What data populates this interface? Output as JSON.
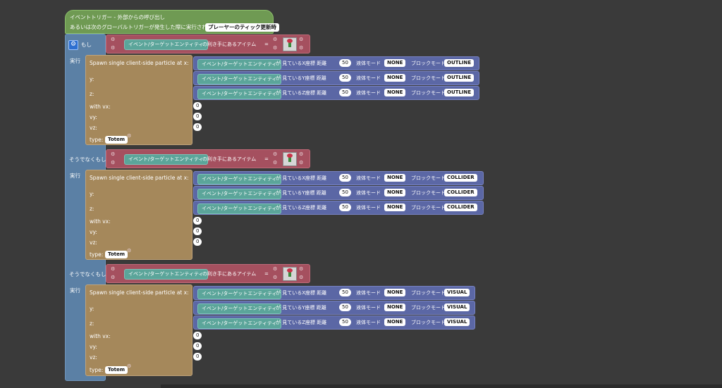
{
  "event": {
    "line1": "イベントトリガー - 外部からの呼び出し",
    "line2": "あるいは次のグローバルトリガーが発生した際に実行される:",
    "trigger_value": "プレーヤーのティック更新時"
  },
  "if_label": "もし",
  "else_if_label": "そうでなくもし",
  "do_label": "実行",
  "condition": {
    "entity_label": "イベント/ターゲットエンティティ",
    "text": "の利き手にあるアイテム",
    "op": "="
  },
  "particle": {
    "title": "Spawn single client-side particle at x:",
    "y": "y:",
    "z": "z:",
    "vx": "with vx:",
    "vy": "vy:",
    "vz": "vz:",
    "type_label": "type:",
    "type_value": "Totem",
    "zero": "0"
  },
  "raytrace": {
    "entity_label": "イベント/ターゲットエンティティ",
    "axis_x": "が 見ているX座標 距離",
    "axis_y": "が 見ているY座標 距離",
    "axis_z": "が 見ているZ座標 距離",
    "distance": "50",
    "fluid_label": "液体モード",
    "fluid_value": "NONE",
    "block_label": "ブロックモード"
  },
  "branches": [
    {
      "block_mode": "OUTLINE"
    },
    {
      "block_mode": "COLLIDER"
    },
    {
      "block_mode": "VISUAL"
    }
  ],
  "colors": {
    "background": "#3a3a3a",
    "event_block": "#6f9a53",
    "if_frame": "#5b80a5",
    "condition": "#a5505f",
    "entity": "#5ba59a",
    "particle": "#a5885b",
    "raytrace": "#5b67a5"
  },
  "icons": {
    "mutator": "gear-icon",
    "item": "red-flower-icon"
  }
}
